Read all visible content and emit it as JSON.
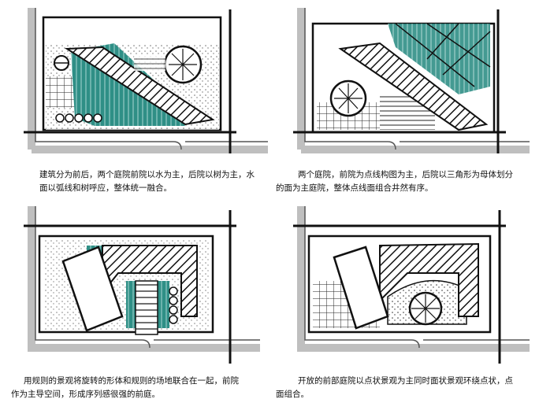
{
  "colors": {
    "ink": "#111111",
    "teal": "#2f8f86",
    "grey_road": "#8a8a8a",
    "paper": "#ffffff"
  },
  "panels": [
    {
      "caption_line1": "建筑分为前后，两个庭院前院以水为主，后院以树为主，水",
      "caption_line2": "面以弧线和树呼应，整体统一融合。"
    },
    {
      "caption_line1": "两个庭院，前院为点线构图为主，后院以三角形为母体划分",
      "caption_line2": "的面为主庭院，整体点线面组合井然有序。"
    },
    {
      "caption_line1": "用规则的景观将旋转的形体和规则的场地联合在一起，前院",
      "caption_line2": "作为主导空间，形成序列感很强的前庭。"
    },
    {
      "caption_line1": "开放的前部庭院以点状景观为主同时面状景观环绕点状，点",
      "caption_line2": "面组合。"
    }
  ]
}
